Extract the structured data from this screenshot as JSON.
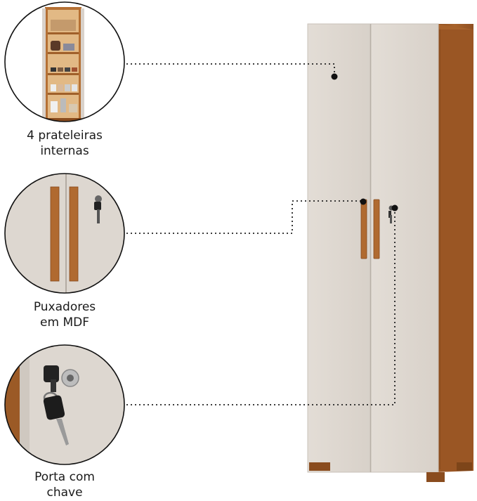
{
  "features": [
    {
      "id": "shelves",
      "caption_line1": "4 prateleiras",
      "caption_line2": "internas",
      "icon": "shelves-detail"
    },
    {
      "id": "handles",
      "caption_line1": "Puxadores",
      "caption_line2": "em MDF",
      "icon": "handles-detail"
    },
    {
      "id": "lock",
      "caption_line1": "Porta com",
      "caption_line2": "chave",
      "icon": "lock-key-detail"
    }
  ],
  "colors": {
    "wood": "#9b5a26",
    "wood_dark": "#7d4519",
    "door": "#ddd7d0",
    "door_shade": "#cfc8c0",
    "callout_line": "#222222"
  }
}
